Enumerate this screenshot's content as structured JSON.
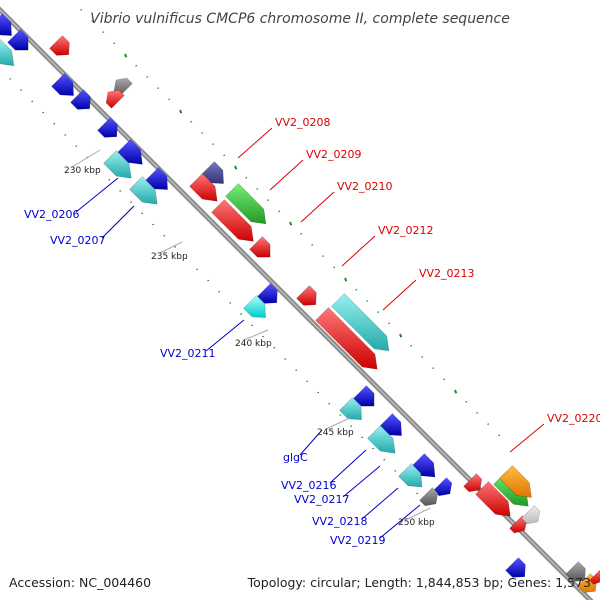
{
  "title": "Vibrio vulnificus CMCP6 chromosome II, complete sequence",
  "ticks": [
    {
      "label": "230 kbp"
    },
    {
      "label": "235 kbp"
    },
    {
      "label": "240 kbp"
    },
    {
      "label": "245 kbp"
    },
    {
      "label": "250 kbp"
    }
  ],
  "gene_labels": [
    {
      "text": "VV2_0208",
      "color": "#dd0000"
    },
    {
      "text": "VV2_0209",
      "color": "#dd0000"
    },
    {
      "text": "VV2_0210",
      "color": "#dd0000"
    },
    {
      "text": "VV2_0212",
      "color": "#dd0000"
    },
    {
      "text": "VV2_0213",
      "color": "#dd0000"
    },
    {
      "text": "VV2_0220",
      "color": "#dd0000"
    },
    {
      "text": "VV2_0206",
      "color": "#0000cc"
    },
    {
      "text": "VV2_0207",
      "color": "#0000cc"
    },
    {
      "text": "VV2_0211",
      "color": "#0000cc"
    },
    {
      "text": "glgC",
      "color": "#0000cc"
    },
    {
      "text": "VV2_0216",
      "color": "#0000cc"
    },
    {
      "text": "VV2_0217",
      "color": "#0000cc"
    },
    {
      "text": "VV2_0218",
      "color": "#0000cc"
    },
    {
      "text": "VV2_0219",
      "color": "#0000cc"
    }
  ],
  "footer": {
    "accession": "Accession: NC_004460",
    "topology": "Topology: circular; Length: 1,844,853 bp; Genes: 1,573"
  },
  "colors": {
    "backbone": "#8a8a8a",
    "red": "#ee1111",
    "blue": "#0000dd",
    "cyan": "#33cccc",
    "green": "#33bb33",
    "gray": "#707070",
    "tick_green": "#228822"
  }
}
